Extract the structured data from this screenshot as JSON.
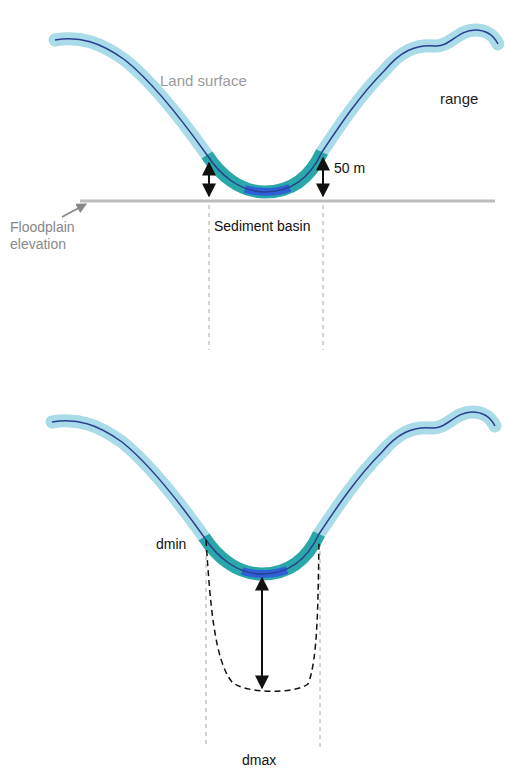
{
  "diagram": {
    "labels": [
      "Land surface",
      "range",
      "50 m",
      "Floodplain elevation",
      "Sediment basin",
      "dmin",
      "dmax"
    ]
  }
}
